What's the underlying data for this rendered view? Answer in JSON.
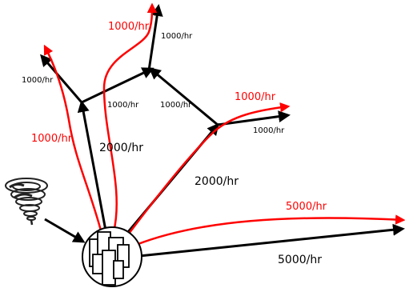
{
  "colors": {
    "baseline_arrow": "#000000",
    "evacuation_arrow": "#ff0000"
  },
  "icons": {
    "hazard": "tornado-icon",
    "origin": "city-buildings-icon"
  },
  "labels": {
    "red_top": "1000/hr",
    "black_top": "1000/hr",
    "black_upper_left": "1000/hr",
    "black_mid_left": "1000/hr",
    "black_mid_right": "1000/hr",
    "red_right_upper": "1000/hr",
    "black_right_upper": "1000/hr",
    "red_left": "1000/hr",
    "black_center": "2000/hr",
    "black_diagonal": "2000/hr",
    "red_bottom_right": "5000/hr",
    "black_bottom_right": "5000/hr"
  }
}
